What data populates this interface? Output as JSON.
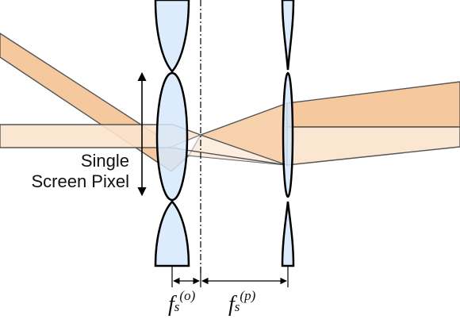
{
  "label_line1": "Single",
  "label_line2": "Screen Pixel",
  "focal_left": {
    "base": "f",
    "sub": "s",
    "sup": "(o)"
  },
  "focal_right": {
    "base": "f",
    "sub": "s",
    "sup": "(p)"
  },
  "colors": {
    "beam_dark": "#f5c292",
    "beam_light": "#fbe3cc",
    "lens_fill": "#d6e9fb",
    "lens_stroke": "#000000",
    "beam_stroke": "#555555"
  }
}
